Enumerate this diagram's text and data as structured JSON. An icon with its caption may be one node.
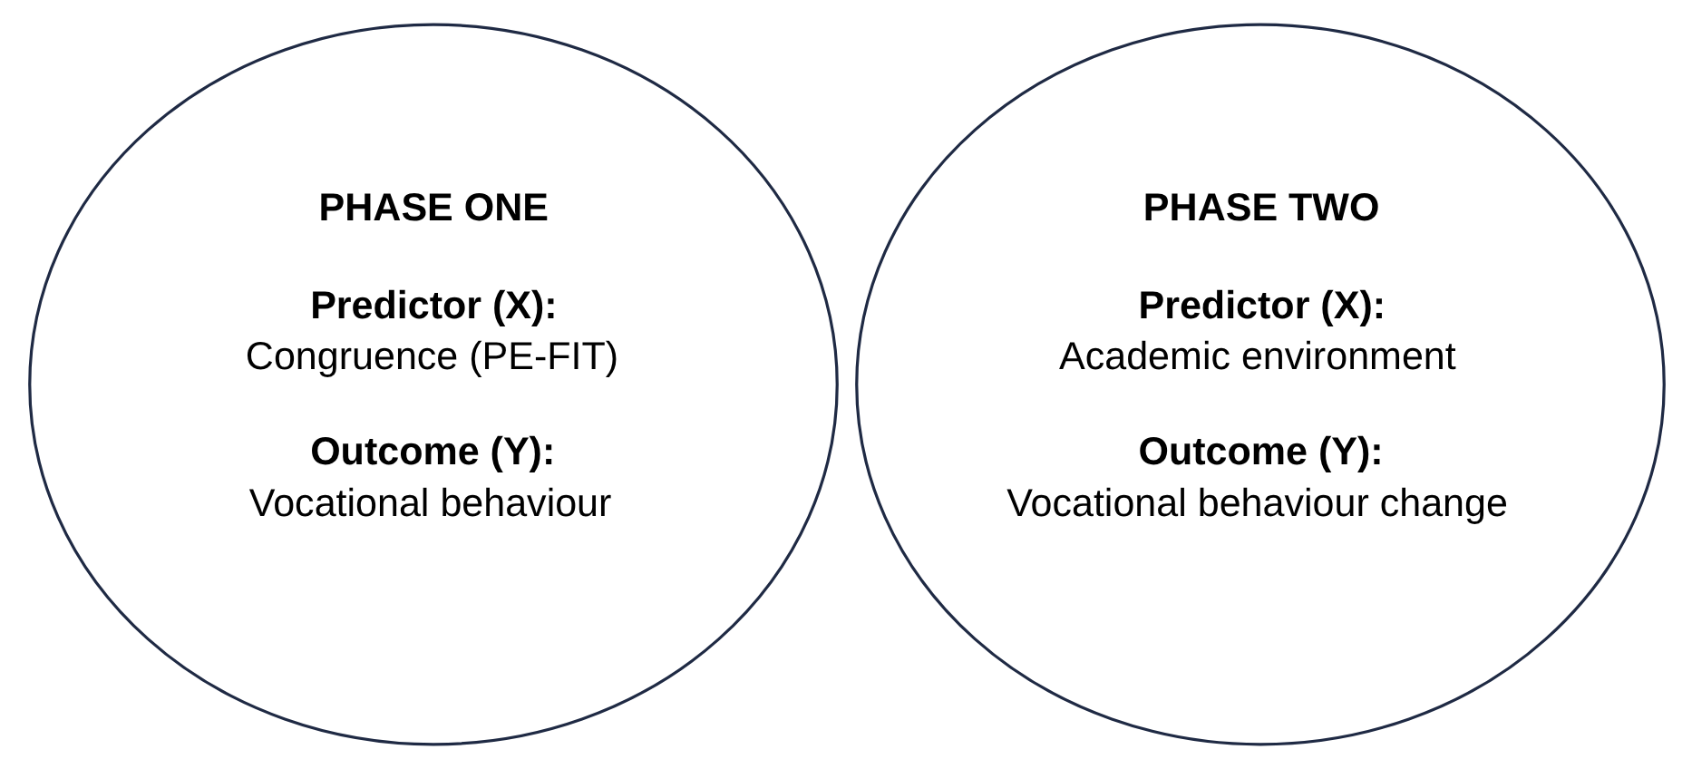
{
  "diagram": {
    "nodes": [
      {
        "text": [
          "PHASE ONE",
          "Predictor (X):",
          "Congruence (PE-FIT)",
          "Outcome (Y):",
          "Vocational behaviour"
        ]
      },
      {
        "text": [
          "PHASE TWO",
          "Predictor (X):",
          "Academic environment",
          "Outcome (Y):",
          "Vocational behaviour change"
        ]
      }
    ],
    "edges": []
  }
}
